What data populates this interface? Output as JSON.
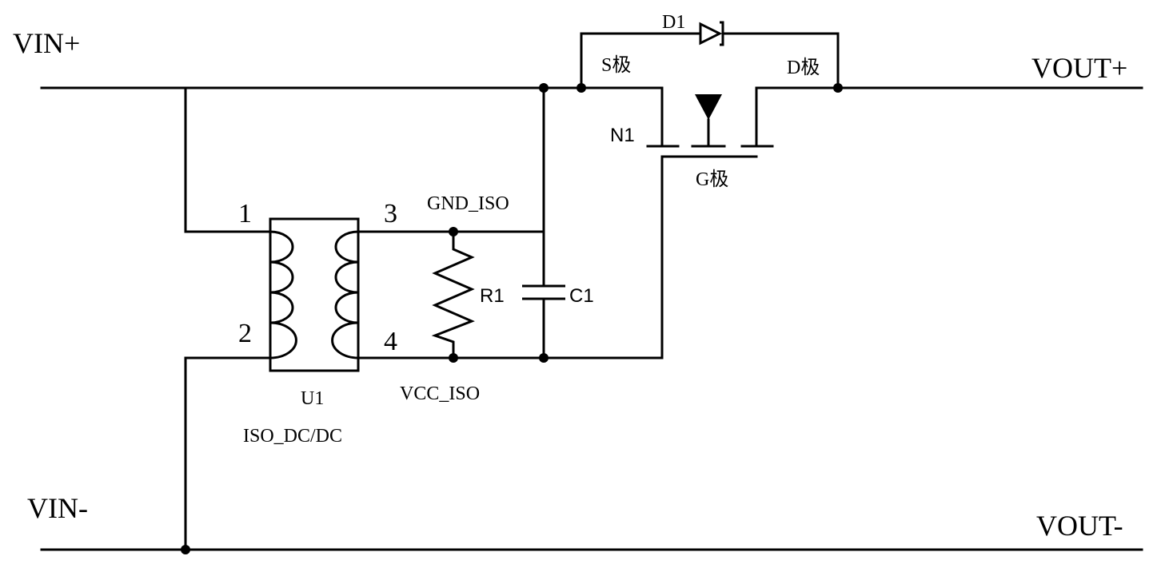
{
  "terminals": {
    "vin_plus": "VIN+",
    "vin_minus": "VIN-",
    "vout_plus": "VOUT+",
    "vout_minus": "VOUT-"
  },
  "transformer": {
    "ref": "U1",
    "part": "ISO_DC/DC",
    "pins": [
      "1",
      "2",
      "3",
      "4"
    ]
  },
  "nets": {
    "gnd_iso": "GND_ISO",
    "vcc_iso": "VCC_ISO"
  },
  "resistor": {
    "ref": "R1"
  },
  "capacitor": {
    "ref": "C1"
  },
  "diode": {
    "ref": "D1"
  },
  "mosfet": {
    "ref": "N1",
    "source": "S极",
    "drain": "D极",
    "gate": "G极"
  }
}
